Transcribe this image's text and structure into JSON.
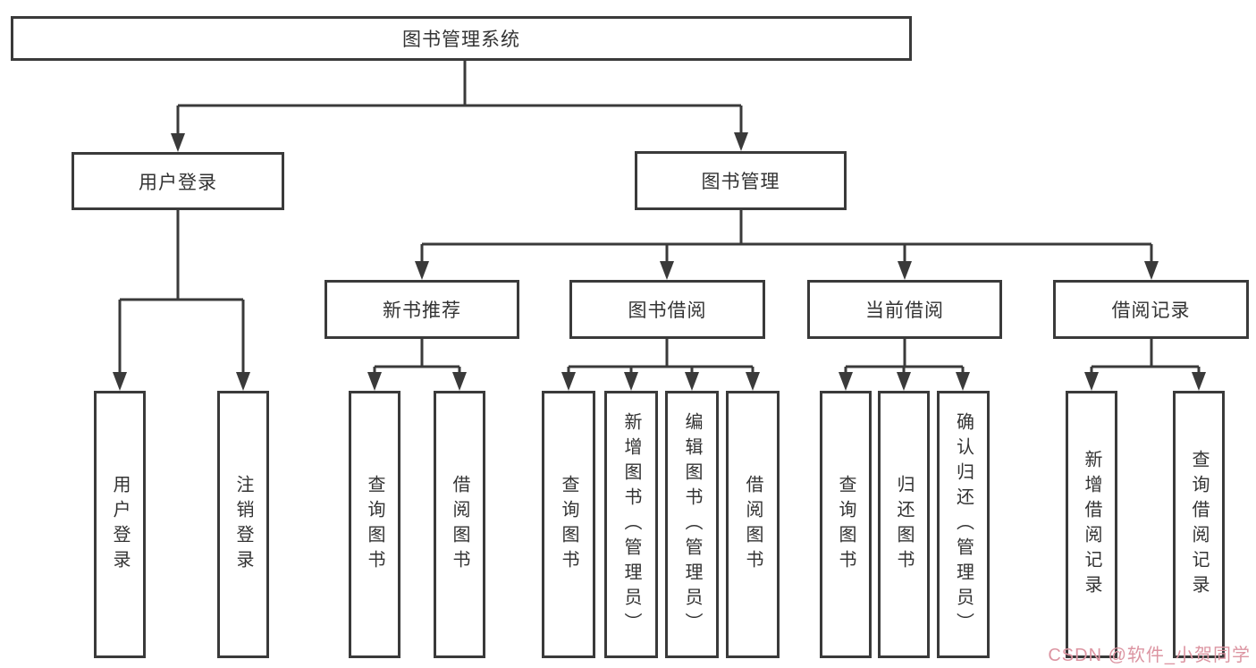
{
  "tree": {
    "root": {
      "label": "图书管理系统"
    },
    "branches": [
      {
        "label": "用户登录",
        "children": [
          "用户登录",
          "注销登录"
        ]
      },
      {
        "label": "图书管理",
        "sections": [
          {
            "label": "新书推荐",
            "children": [
              "查询图书",
              "借阅图书"
            ]
          },
          {
            "label": "图书借阅",
            "children": [
              "查询图书",
              "新增图书（管理员）",
              "编辑图书（管理员）",
              "借阅图书"
            ]
          },
          {
            "label": "当前借阅",
            "children": [
              "查询图书",
              "归还图书",
              "确认归还（管理员）"
            ]
          },
          {
            "label": "借阅记录",
            "children": [
              "新增借阅记录",
              "查询借阅记录"
            ]
          }
        ]
      }
    ]
  },
  "watermark": {
    "text": "CSDN @软件_小贺同学",
    "color": "#dc95a2"
  },
  "colors": {
    "line": "#3a3a3a",
    "text": "#333333",
    "background": "#ffffff"
  }
}
